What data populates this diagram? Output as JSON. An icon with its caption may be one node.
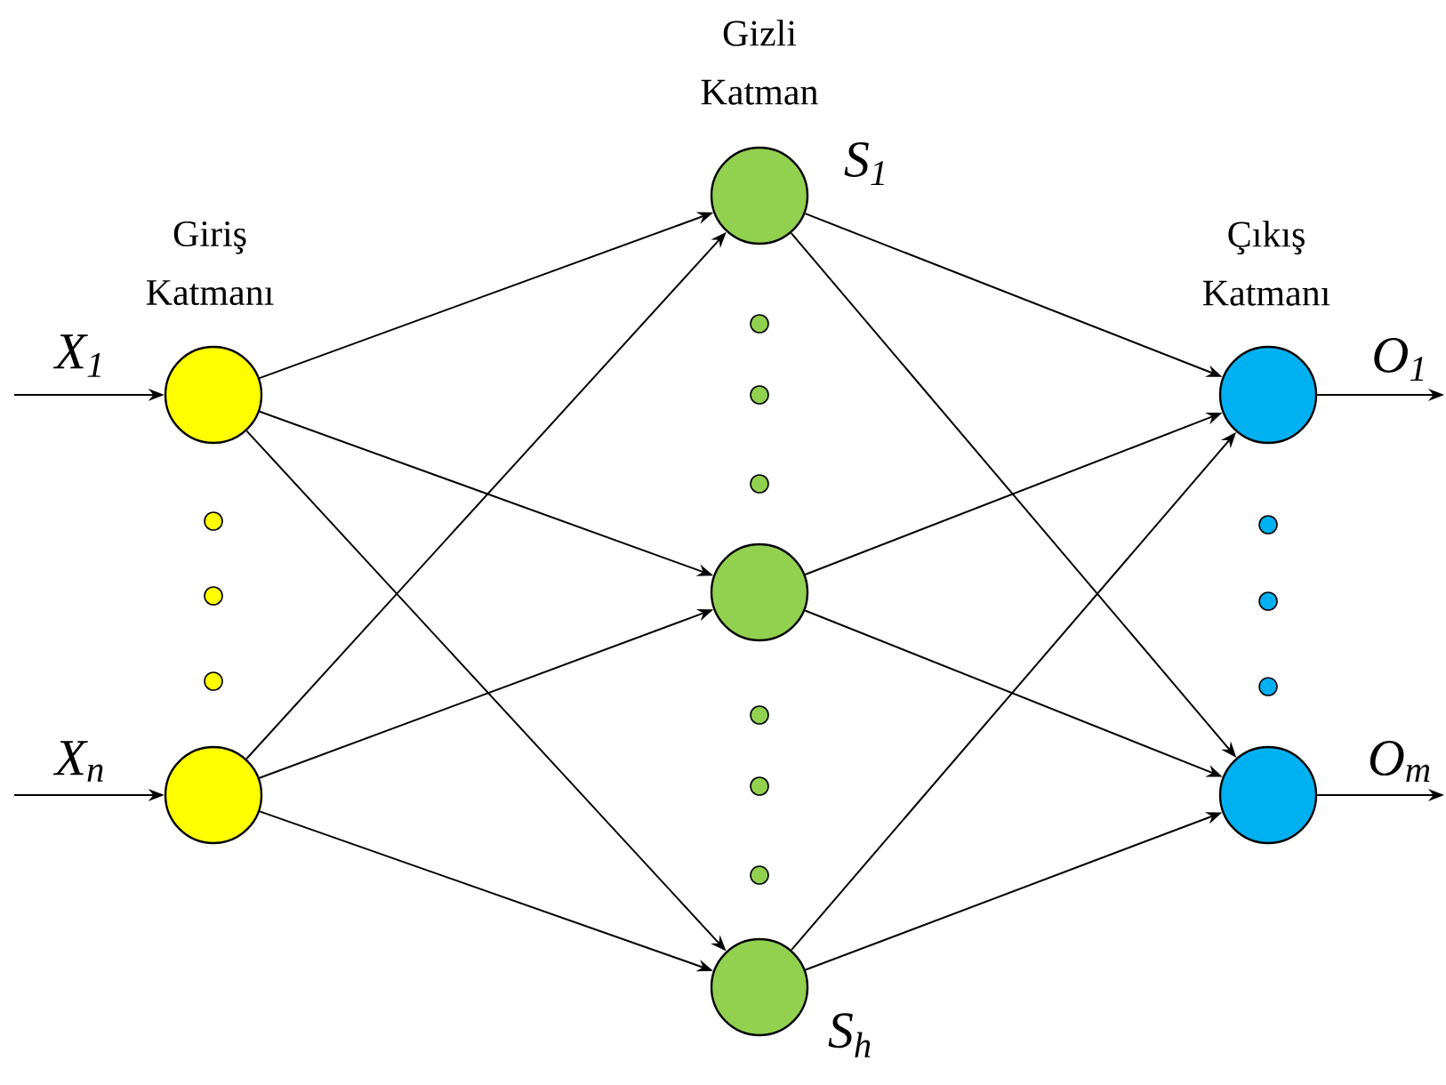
{
  "diagram": {
    "nodes": [
      {
        "text": [],
        "shape": "circle",
        "beside": [
          "X$_{1}$"
        ]
      },
      {
        "text": [],
        "shape": "circle",
        "beside": [
          "X$_{n}$"
        ]
      },
      {
        "text": [],
        "shape": "circle",
        "beside": [
          "S$_{1}$"
        ]
      },
      {
        "text": [],
        "shape": "circle"
      },
      {
        "text": [],
        "shape": "circle",
        "beside": [
          "S$_{h}$"
        ]
      },
      {
        "text": [],
        "shape": "circle",
        "beside": [
          "O$_{1}$"
        ]
      },
      {
        "text": [],
        "shape": "circle",
        "beside": [
          "O$_{m}$"
        ]
      }
    ],
    "edges": [
      {
        "from": null,
        "to": 0,
        "arrow": "to"
      },
      {
        "from": null,
        "to": 1,
        "arrow": "to"
      },
      {
        "from": 0,
        "to": 2,
        "arrow": "to"
      },
      {
        "from": 0,
        "to": 3,
        "arrow": "to"
      },
      {
        "from": 0,
        "to": 4,
        "arrow": "to"
      },
      {
        "from": 1,
        "to": 2,
        "arrow": "to"
      },
      {
        "from": 1,
        "to": 3,
        "arrow": "to"
      },
      {
        "from": 1,
        "to": 4,
        "arrow": "to"
      },
      {
        "from": 2,
        "to": 5,
        "arrow": "to"
      },
      {
        "from": 2,
        "to": 6,
        "arrow": "to"
      },
      {
        "from": 3,
        "to": 5,
        "arrow": "to"
      },
      {
        "from": 3,
        "to": 6,
        "arrow": "to"
      },
      {
        "from": 4,
        "to": 5,
        "arrow": "to"
      },
      {
        "from": 4,
        "to": 6,
        "arrow": "to"
      },
      {
        "from": 5,
        "to": null,
        "arrow": "to"
      },
      {
        "from": 6,
        "to": null,
        "arrow": "to"
      }
    ],
    "labels": [
      "Gizli Katman",
      "Giriş Katmanı",
      "Çıkış Katmanı"
    ]
  }
}
